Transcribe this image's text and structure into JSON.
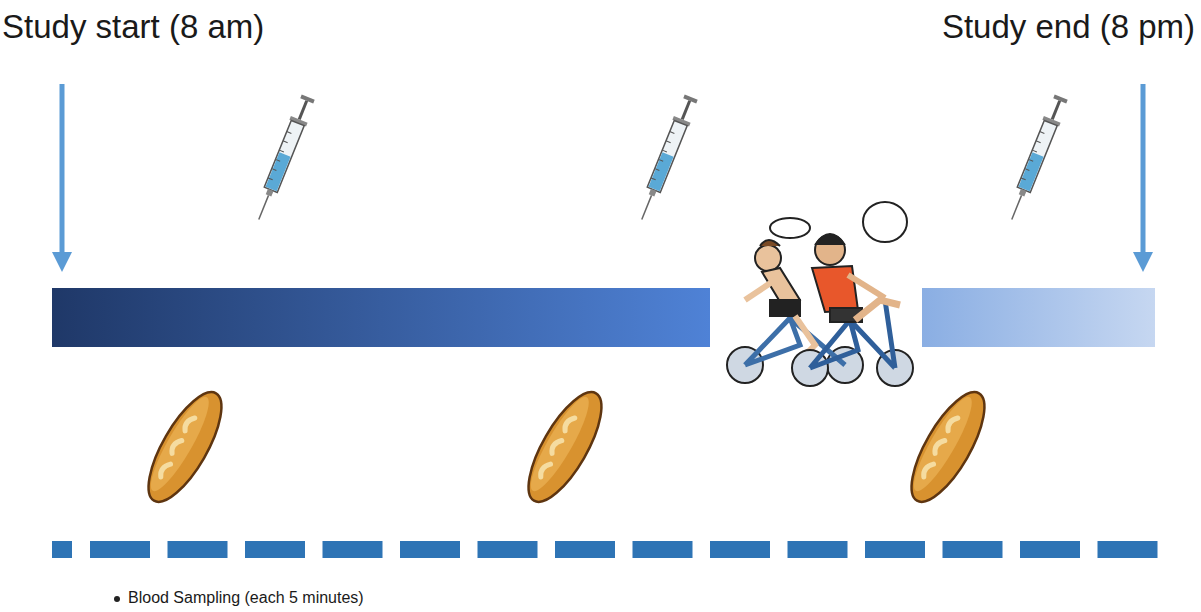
{
  "diagram": {
    "labels": [
      "Study start (8 am)",
      "Study end (8 pm)",
      "Blood Sampling (each 5 minutes)"
    ]
  }
}
